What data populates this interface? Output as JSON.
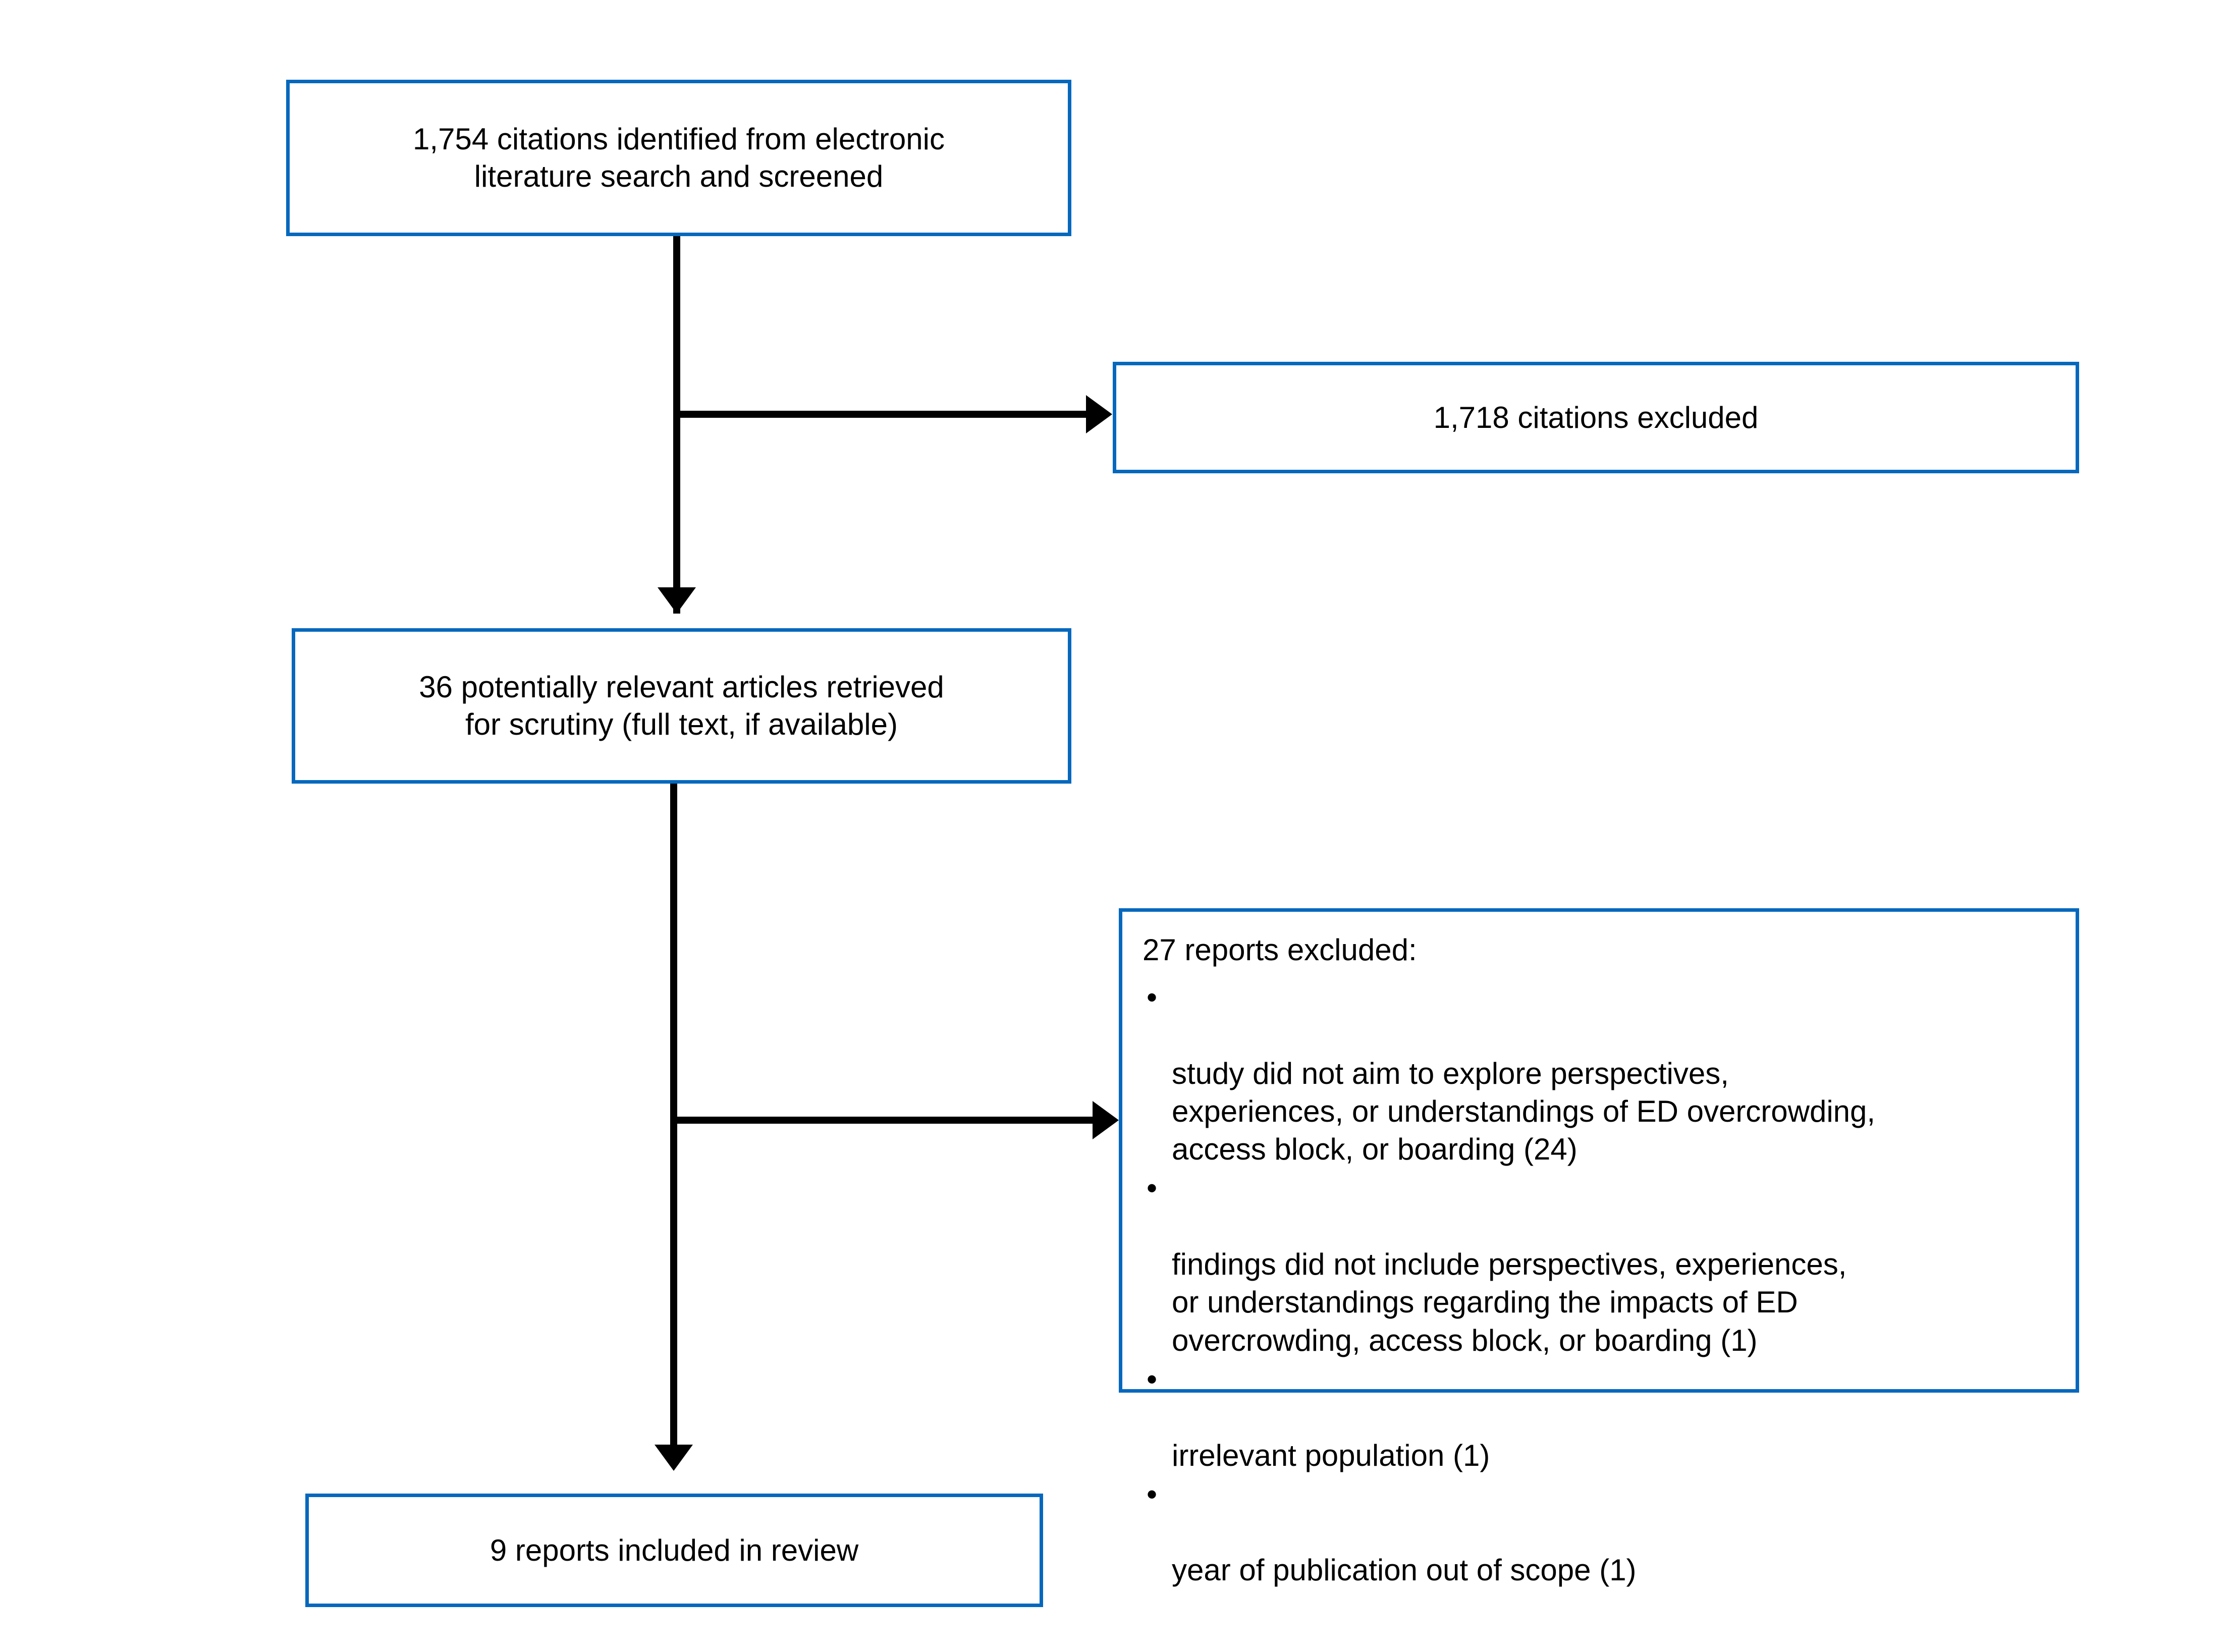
{
  "diagram": {
    "type": "prisma-flow-diagram",
    "accent_color": "#0568bd",
    "line_color": "#000000",
    "background_color": "#ffffff",
    "nodes": {
      "identified": {
        "text": "1,754 citations identified from electronic\nliterature search and screened",
        "count": "1,754"
      },
      "citations_excluded": {
        "text": "1,718 citations excluded",
        "count": "1,718"
      },
      "retrieved": {
        "text": "36 potentially relevant articles retrieved\nfor scrutiny (full text, if available)",
        "count": "36"
      },
      "reports_excluded": {
        "heading": "27 reports excluded:",
        "count": "27",
        "bullet_glyph": "•",
        "reasons": [
          "study did not aim to explore perspectives,\nexperiences, or understandings of ED overcrowding,\naccess block, or boarding (24)",
          "findings did not include perspectives, experiences,\nor understandings regarding the impacts of ED\novercrowding, access block, or boarding (1)",
          "irrelevant population (1)",
          "year of publication out of scope (1)"
        ]
      },
      "included": {
        "text": "9 reports included in review",
        "count": "9"
      }
    },
    "connectors": [
      {
        "name": "identified-to-retrieved",
        "kind": "vertical-arrow"
      },
      {
        "name": "identified-to-citations-excluded",
        "kind": "horizontal-arrow"
      },
      {
        "name": "retrieved-to-included",
        "kind": "vertical-arrow"
      },
      {
        "name": "retrieved-to-reports-excluded",
        "kind": "horizontal-arrow"
      }
    ]
  }
}
